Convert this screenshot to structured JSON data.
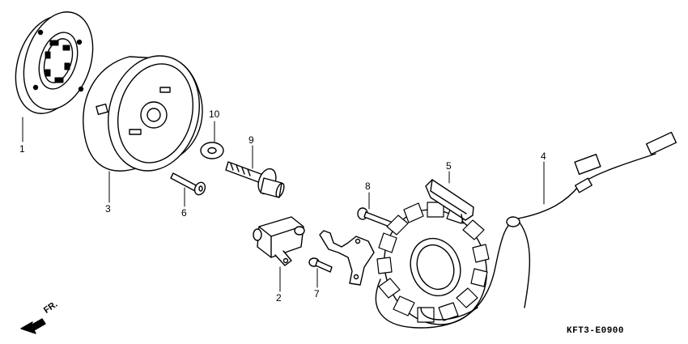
{
  "callouts": [
    {
      "id": "1",
      "label": "1"
    },
    {
      "id": "2",
      "label": "2"
    },
    {
      "id": "3",
      "label": "3"
    },
    {
      "id": "4",
      "label": "4"
    },
    {
      "id": "5",
      "label": "5"
    },
    {
      "id": "6",
      "label": "6"
    },
    {
      "id": "7",
      "label": "7"
    },
    {
      "id": "8",
      "label": "8"
    },
    {
      "id": "9",
      "label": "9"
    },
    {
      "id": "10",
      "label": "10"
    }
  ],
  "direction_label": "FR.",
  "diagram_code": "KFT3-E0900"
}
